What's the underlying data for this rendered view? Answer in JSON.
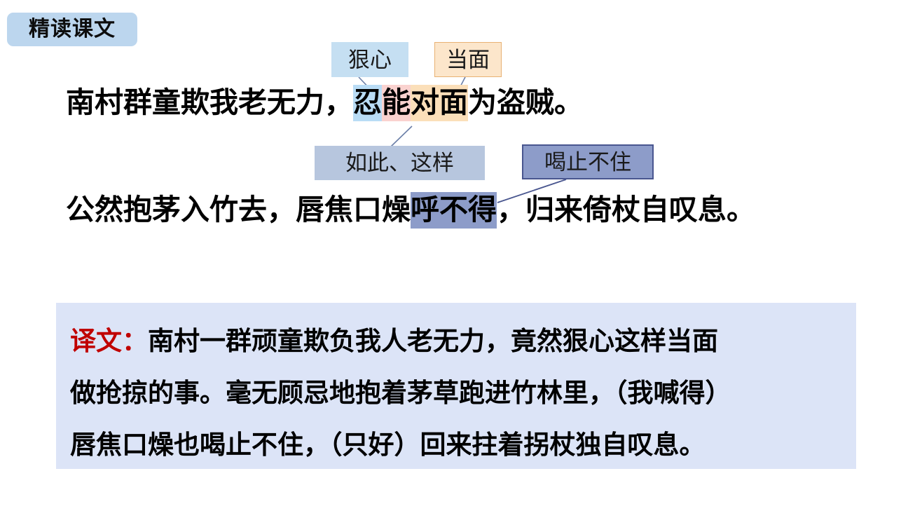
{
  "slide": {
    "title_badge": "精读课文",
    "background_color": "#ffffff"
  },
  "annotations": [
    {
      "id": "note-henxin",
      "label": "狠心",
      "style": "blue",
      "target": "忍"
    },
    {
      "id": "note-dangmian",
      "label": "当面",
      "style": "orange",
      "target": "对面"
    },
    {
      "id": "note-ruci",
      "label": "如此、这样",
      "style": "steel",
      "target": "能"
    },
    {
      "id": "note-hezhi",
      "label": "喝止不住",
      "style": "violet",
      "target": "呼不得"
    }
  ],
  "poem": {
    "line1": {
      "segments": [
        {
          "text": "南村群童欺我老无力，",
          "highlight": "none"
        },
        {
          "text": "忍",
          "highlight": "blue"
        },
        {
          "text": "能",
          "highlight": "pink"
        },
        {
          "text": "对面",
          "highlight": "orange"
        },
        {
          "text": "为盗贼。",
          "highlight": "none"
        }
      ]
    },
    "line2": {
      "segments": [
        {
          "text": "公然抱茅入竹去，唇焦口燥",
          "highlight": "none"
        },
        {
          "text": "呼不得",
          "highlight": "violet"
        },
        {
          "text": "，归来倚杖自叹息。",
          "highlight": "none"
        }
      ]
    }
  },
  "translation": {
    "label": "译文：",
    "line1_rest": "南村一群顽童欺负我人老无力，竟然狠心这样当面",
    "line2": "做抢掠的事。毫无顾忌地抱着茅草跑进竹林里，（我喊得）",
    "line3": "唇焦口燥也喝止不住，（只好）回来拄着拐杖独自叹息。",
    "background_color": "#dce4f7",
    "label_color": "#c00000"
  },
  "colors": {
    "badge_bg": "#bcd6ee",
    "callout_blue": "#c5dff2",
    "callout_orange_bg": "#fce6cb",
    "callout_orange_border": "#e8b173",
    "callout_steel": "#b7c6de",
    "callout_violet_bg": "#8d9cc9",
    "callout_violet_border": "#49568f",
    "hl_blue": "#b9dcf5",
    "hl_pink": "#fad2cf",
    "hl_orange": "#fbdfb9",
    "hl_violet": "#8d9cc9",
    "connector_line": "#6b7fa8"
  }
}
